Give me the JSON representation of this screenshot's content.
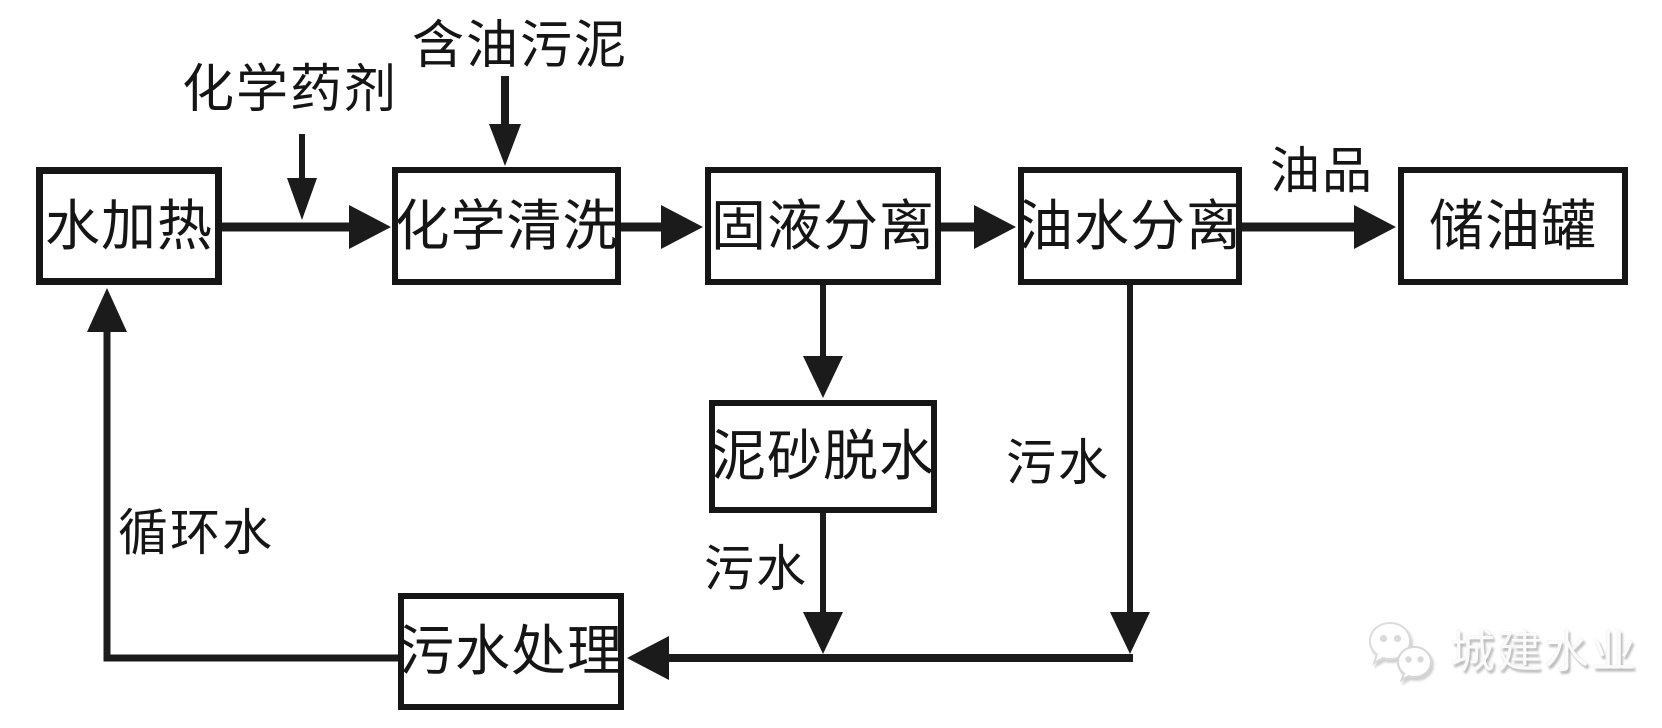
{
  "diagram": {
    "nodes": [
      {
        "id": "water-heating",
        "label": "水加热"
      },
      {
        "id": "chemical-cleaning",
        "label": "化学清洗"
      },
      {
        "id": "solid-liquid-separation",
        "label": "固液分离"
      },
      {
        "id": "oil-water-separation",
        "label": "油水分离"
      },
      {
        "id": "oil-storage-tank",
        "label": "储油罐"
      },
      {
        "id": "sediment-dewatering",
        "label": "泥砂脱水"
      },
      {
        "id": "wastewater-treatment",
        "label": "污水处理"
      }
    ],
    "flow_labels": [
      {
        "id": "chemical-agent",
        "label": "化学药剂"
      },
      {
        "id": "oily-sludge-input",
        "label": "含油污泥"
      },
      {
        "id": "oil-product",
        "label": "油品"
      },
      {
        "id": "wastewater-right",
        "label": "污水"
      },
      {
        "id": "wastewater-middle",
        "label": "污水"
      },
      {
        "id": "circulating-water",
        "label": "循环水"
      }
    ],
    "edges": [
      {
        "from": "化学药剂",
        "to": "化学清洗",
        "label": ""
      },
      {
        "from": "含油污泥",
        "to": "化学清洗",
        "label": ""
      },
      {
        "from": "水加热",
        "to": "化学清洗",
        "label": ""
      },
      {
        "from": "化学清洗",
        "to": "固液分离",
        "label": ""
      },
      {
        "from": "固液分离",
        "to": "油水分离",
        "label": ""
      },
      {
        "from": "油水分离",
        "to": "储油罐",
        "label": "油品"
      },
      {
        "from": "固液分离",
        "to": "泥砂脱水",
        "label": ""
      },
      {
        "from": "泥砂脱水",
        "to": "污水处理",
        "label": "污水"
      },
      {
        "from": "油水分离",
        "to": "污水处理",
        "label": "污水"
      },
      {
        "from": "污水处理",
        "to": "水加热",
        "label": "循环水"
      }
    ],
    "colors": {
      "line": "#1b1b1b",
      "text": "#151515",
      "background": "#ffffff",
      "watermark": "#fbfbfb"
    }
  },
  "watermark": {
    "text": "城建水业",
    "icon": "wechat-bubbles-icon"
  }
}
